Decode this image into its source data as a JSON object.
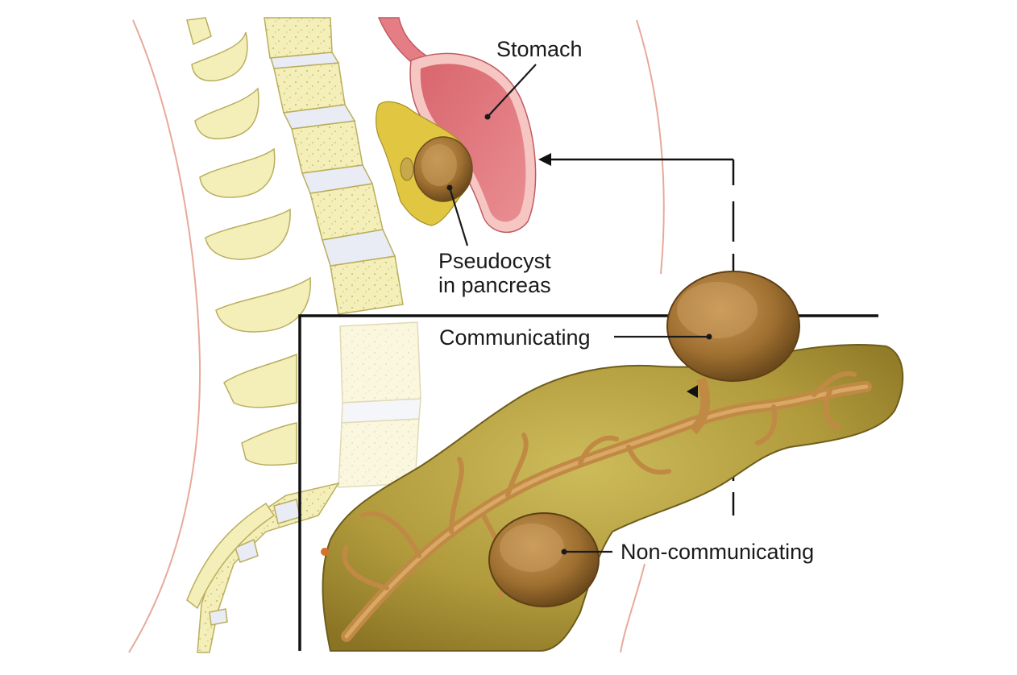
{
  "labels": {
    "stomach": "Stomach",
    "pseudocyst_line1": "Pseudocyst",
    "pseudocyst_line2": "in pancreas",
    "communicating": "Communicating",
    "non_communicating": "Non-communicating"
  },
  "colors": {
    "vertebra_fill": "#f4efb8",
    "vertebra_stroke": "#b9ae5e",
    "disc_fill": "#e9ecf4",
    "stomach_fill": "#e47e84",
    "stomach_rim": "#f6c6c2",
    "pancreas_fill": "#b5a13f",
    "pancreas_dark": "#8f7a27",
    "duct_fill": "#c08a45",
    "cyst_fill": "#a87a3a",
    "body_outline": "#e8a99a",
    "pancreas_region_yellow": "#e0c641"
  }
}
